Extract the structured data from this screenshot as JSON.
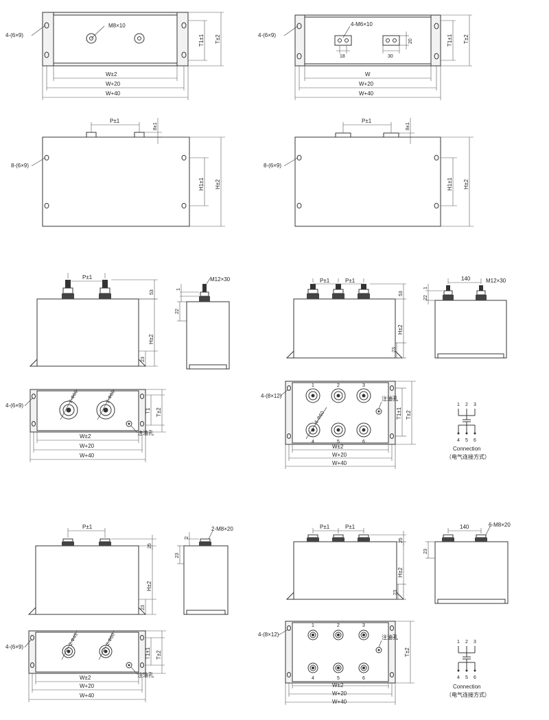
{
  "labels": {
    "m8x10": "M8×10",
    "m6x10": "4-M6×10",
    "holes_4_6x9": "4-(6×9)",
    "holes_8_6x9": "8-(6×9)",
    "holes_4_8x12": "4-(8×12)",
    "t1": "T1±1",
    "t1_plain": "T1",
    "t2": "T±2",
    "w": "W",
    "w2": "W±2",
    "w20": "W+20",
    "w40": "W+40",
    "p1": "P±1",
    "h1": "H1±1",
    "h2": "H±2",
    "d8": "8±1",
    "d18": "18",
    "d20": "20",
    "d30": "30",
    "d53": "53",
    "d23": "23",
    "d22": "22",
    "d25": "25",
    "d1": "1",
    "d2": "2",
    "d140": "140",
    "m12x30": "M12×30",
    "m8x20_2": "2-M8×20",
    "m8x20_6": "6-M8×20",
    "phi60_2": "2-Φ60",
    "phi60_6": "6-Φ60",
    "phi45_2": "2-Φ45",
    "oil_hole": "注油孔",
    "conn": "Connection",
    "conn_cn": "（电气连接方式）",
    "n1": "1",
    "n2": "2",
    "n3": "3",
    "n4": "4",
    "n5": "5",
    "n6": "6"
  }
}
